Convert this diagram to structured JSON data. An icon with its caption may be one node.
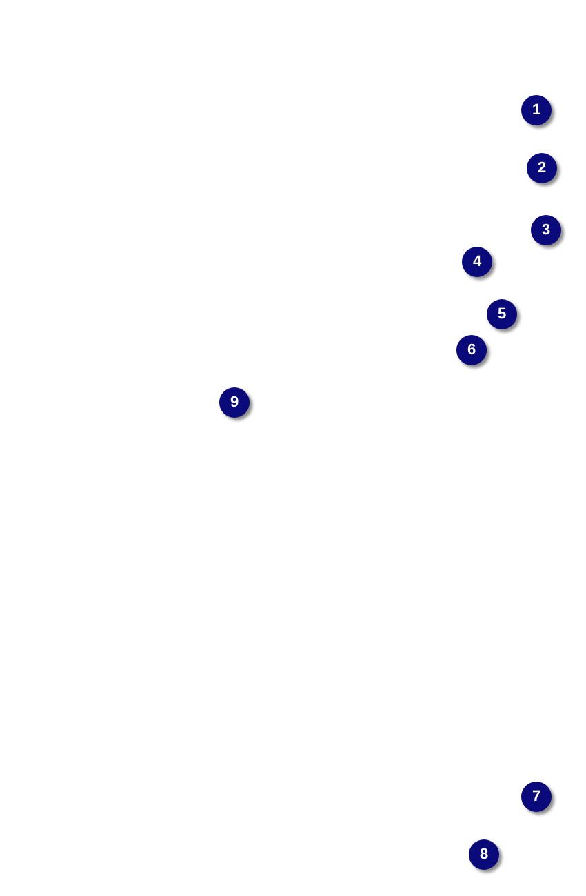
{
  "diagram": {
    "labels": [
      "1",
      "2",
      "3",
      "4",
      "5",
      "6",
      "9",
      "7",
      "8"
    ]
  }
}
